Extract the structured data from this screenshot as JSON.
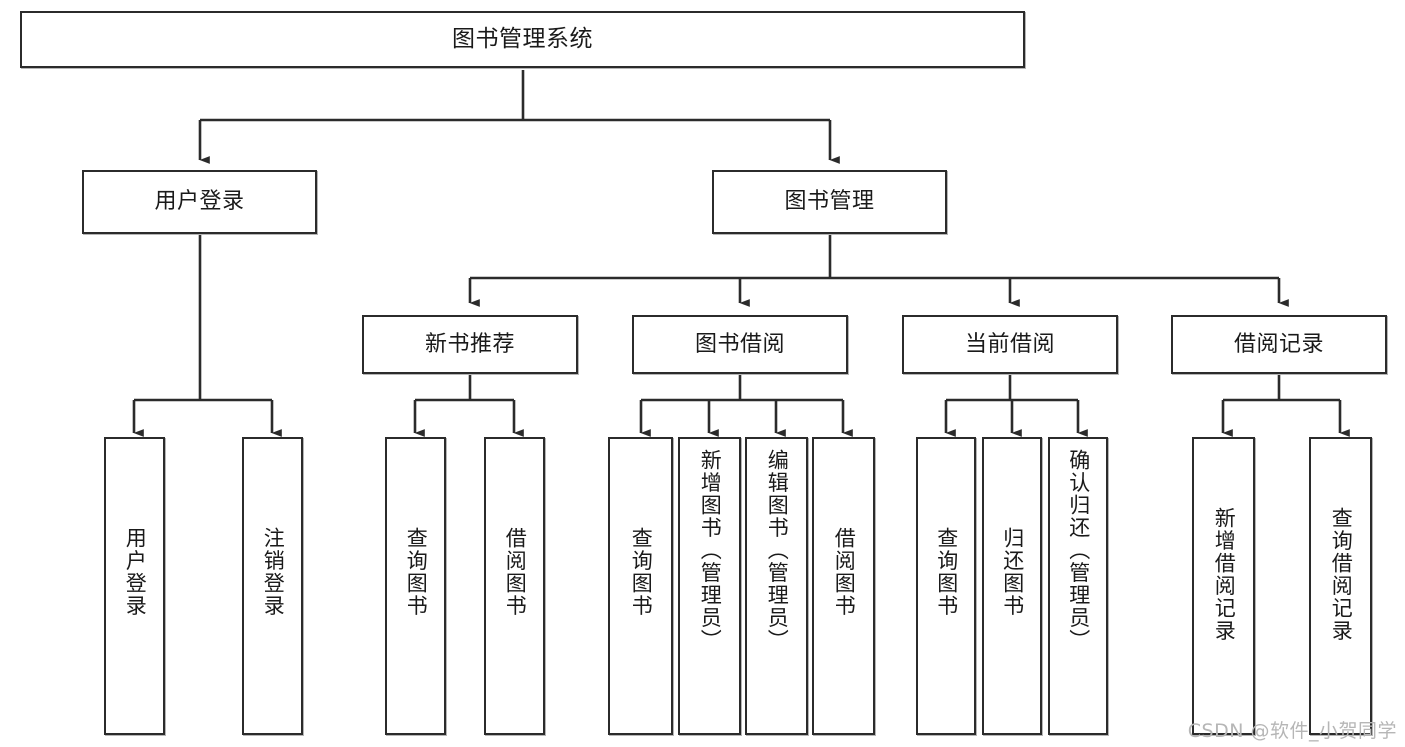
{
  "diagram": {
    "type": "tree-hierarchy",
    "title": "图书管理系统",
    "watermark": "CSDN @软件_小贺同学",
    "colors": {
      "box_border": "#2b2b2b",
      "box_fill": "#ffffff",
      "connector": "#2b2b2b",
      "text": "#1a1a1a",
      "watermark": "#b6b6b6",
      "background": "#ffffff"
    },
    "nodes": {
      "root": {
        "label": "图书管理系统"
      },
      "level1": [
        {
          "id": "user-login",
          "label": "用户登录"
        },
        {
          "id": "book-manage",
          "label": "图书管理"
        }
      ],
      "level2": [
        {
          "id": "new-book-recommend",
          "label": "新书推荐"
        },
        {
          "id": "book-borrow",
          "label": "图书借阅"
        },
        {
          "id": "current-borrow",
          "label": "当前借阅"
        },
        {
          "id": "borrow-record",
          "label": "借阅记录"
        }
      ],
      "leaves": {
        "user_login": [
          {
            "id": "leaf-user-login",
            "label": "用户登录"
          },
          {
            "id": "leaf-logout-login",
            "label": "注销登录"
          }
        ],
        "new_book_recommend": [
          {
            "id": "leaf-query-book-1",
            "label": "查询图书"
          },
          {
            "id": "leaf-borrow-book-1",
            "label": "借阅图书"
          }
        ],
        "book_borrow": [
          {
            "id": "leaf-query-book-2",
            "label": "查询图书"
          },
          {
            "id": "leaf-add-book",
            "label": "新增图书（管理员）"
          },
          {
            "id": "leaf-edit-book",
            "label": "编辑图书（管理员）"
          },
          {
            "id": "leaf-borrow-book-2",
            "label": "借阅图书"
          }
        ],
        "current_borrow": [
          {
            "id": "leaf-query-book-3",
            "label": "查询图书"
          },
          {
            "id": "leaf-return-book",
            "label": "归还图书"
          },
          {
            "id": "leaf-confirm-return",
            "label": "确认归还（管理员）"
          }
        ],
        "borrow_record": [
          {
            "id": "leaf-add-record",
            "label": "新增借阅记录"
          },
          {
            "id": "leaf-query-record",
            "label": "查询借阅记录"
          }
        ]
      }
    }
  }
}
